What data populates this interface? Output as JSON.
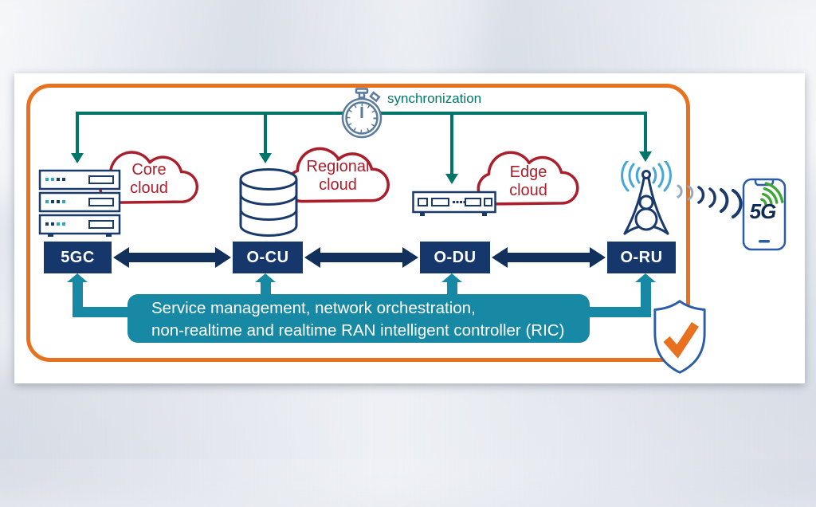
{
  "sync": {
    "label": "synchronization"
  },
  "clouds": [
    {
      "id": "core",
      "lines": [
        "Core",
        "cloud"
      ]
    },
    {
      "id": "regional",
      "lines": [
        "Regional",
        "cloud"
      ]
    },
    {
      "id": "edge",
      "lines": [
        "Edge",
        "cloud"
      ]
    }
  ],
  "nodes": [
    {
      "label": "5GC"
    },
    {
      "label": "O-CU"
    },
    {
      "label": "O-DU"
    },
    {
      "label": "O-RU"
    }
  ],
  "banner": {
    "line1": "Service management, network orchestration,",
    "line2": "non-realtime and realtime RAN intelligent controller (RIC)"
  },
  "phone": {
    "label": "5G"
  },
  "icons": {
    "sync": "stopwatch-icon",
    "core_node": "server-stack-icon",
    "cu_node": "database-icon",
    "du_node": "network-switch-icon",
    "ru_node": "antenna-tower-icon",
    "link": "radio-waves-icon",
    "device": "smartphone-icon",
    "security": "shield-check-icon"
  },
  "colors": {
    "orange_frame": "#e8711f",
    "sync_teal_green": "#00766b",
    "banner_teal_cyan": "#1789a4",
    "node_navy": "#16376b",
    "arrow_navy": "#12305c",
    "cloud_red": "#ab1e2c",
    "device_navy": "#1a3a6b",
    "phone_blue": "#2b5ca8",
    "wave_light_blue": "#45a7d9",
    "logo_green": "#3fa535"
  }
}
